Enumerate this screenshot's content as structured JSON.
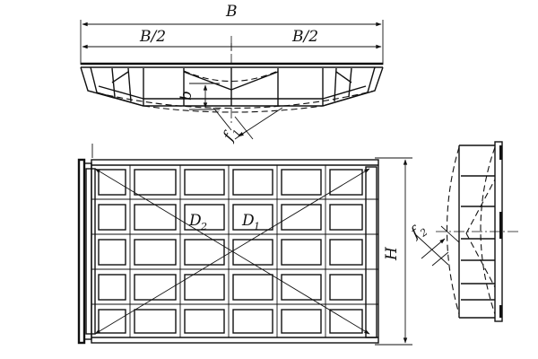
{
  "labels": {
    "B": "B",
    "half_left": "B/2",
    "half_right": "B/2",
    "b": "b",
    "f": "f",
    "f1_sub": "1",
    "f2_sub": "2",
    "D": "D",
    "D1_sub": "1",
    "D2_sub": "2",
    "H": "H"
  }
}
